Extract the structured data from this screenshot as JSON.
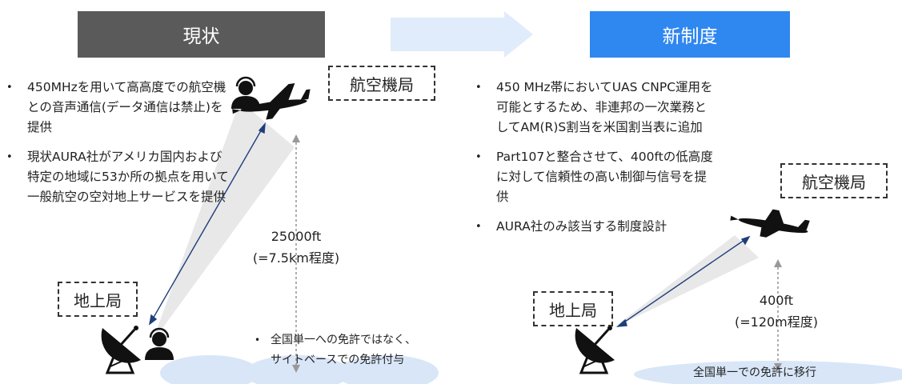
{
  "left": {
    "header": "現状",
    "bullets": [
      "450MHzを用いて高高度での航空機との音声通信(データ通信は禁止)を提供",
      "現状AURA社がアメリカ国内および特定の地域に53か所の拠点を用いて一般航空の空対地上サービスを提供"
    ],
    "aircraft_station": "航空機局",
    "ground_station": "地上局",
    "altitude": "25000ft",
    "altitude_note": "(=7.5km程度)",
    "note_line1": "全国単一への免許ではなく、",
    "note_line2": "サイトベースでの免許付与"
  },
  "right": {
    "header": "新制度",
    "bullets": [
      "450 MHz帯においてUAS CNPC運用を可能とするため、非連邦の一次業務としてAM(R)S割当を米国割当表に追加",
      "Part107と整合させて、400ftの低高度に対して信頼性の高い制御与信号を提供",
      "AURA社のみ該当する制度設計"
    ],
    "aircraft_station": "航空機局",
    "ground_station": "地上局",
    "altitude": "400ft",
    "altitude_note": "(=120m程度)",
    "note": "全国単一での免許に移行"
  },
  "colors": {
    "current_header": "#5a5a5a",
    "new_header": "#2f87f0",
    "arrow": "#e0ecfb",
    "cloud": "#d8e6f8",
    "link_line": "#1f3e7a"
  }
}
